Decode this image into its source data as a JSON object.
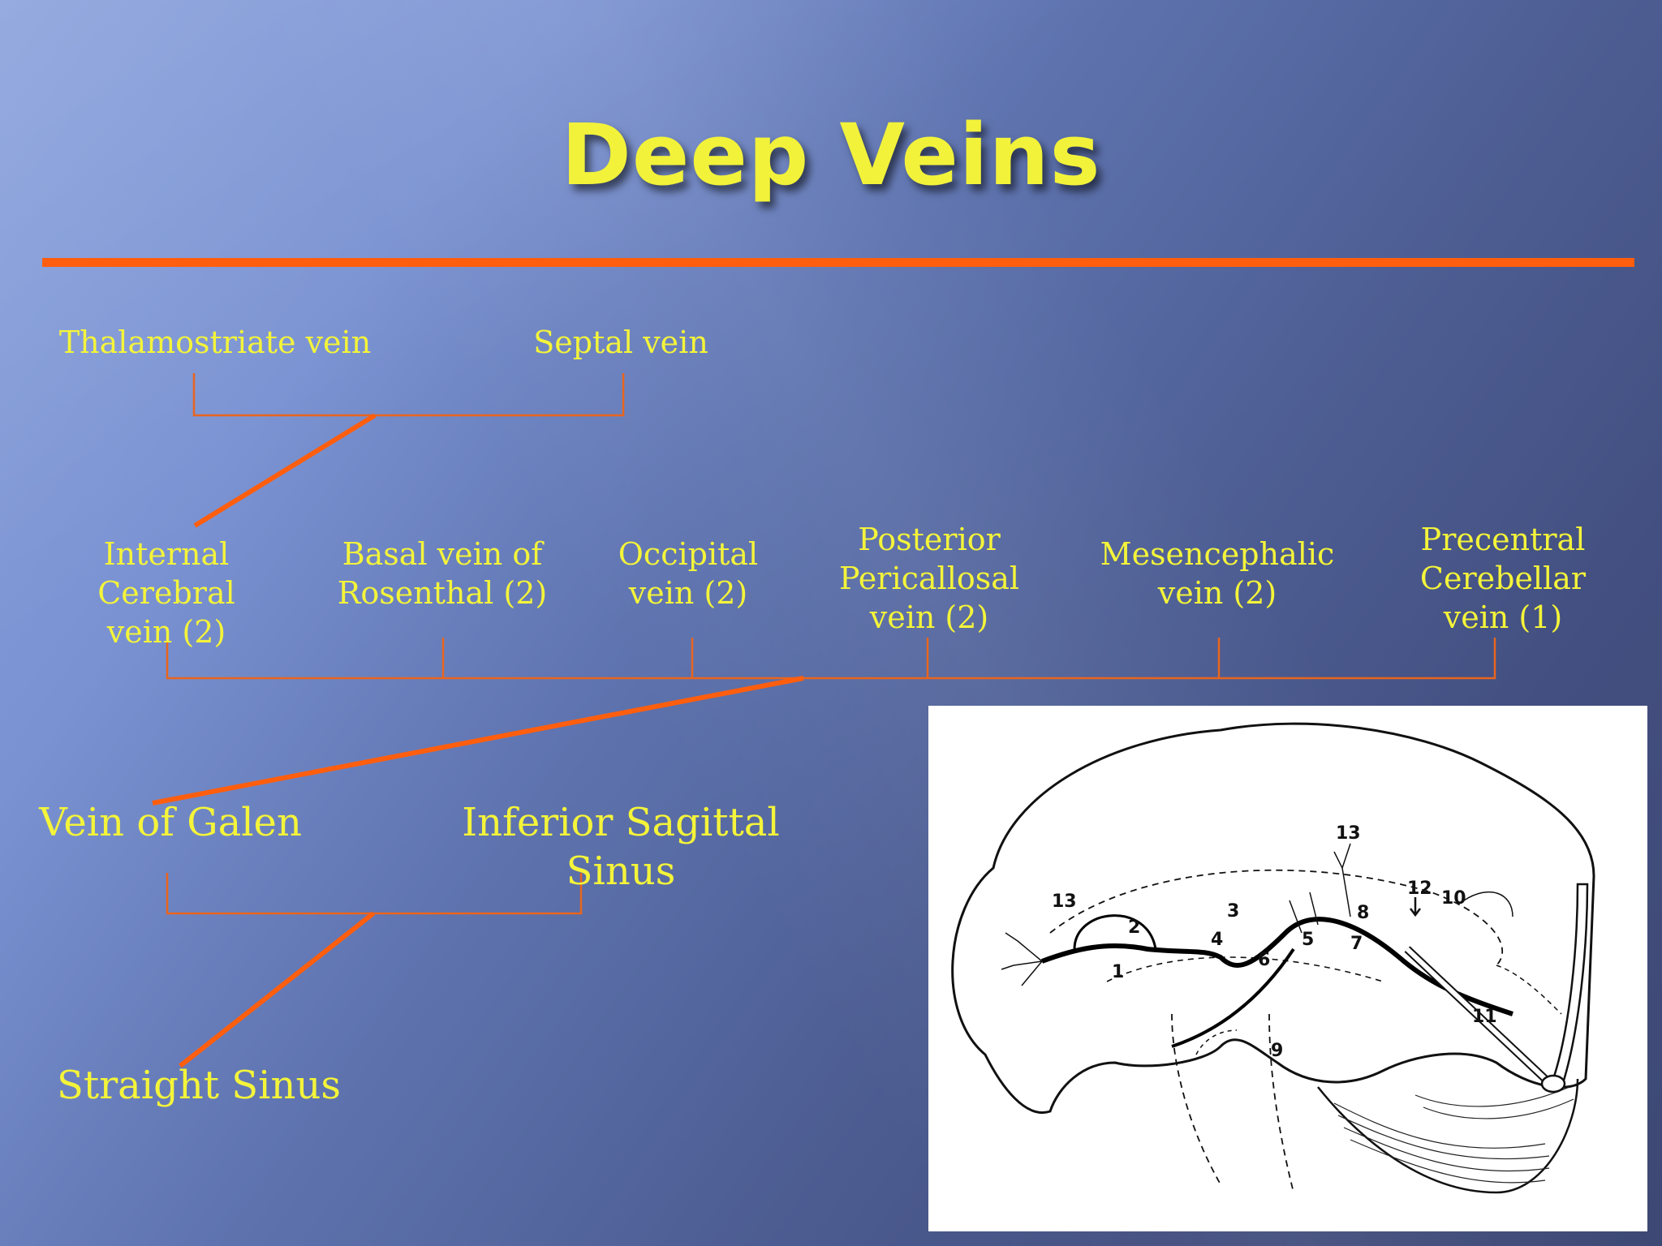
{
  "title": "Deep Veins",
  "tier1": {
    "thalamostriate": "Thalamostriate vein",
    "septal": "Septal vein"
  },
  "tier2": {
    "internal_cerebral": "Internal Cerebral\nvein (2)",
    "basal_rosenthal": "Basal vein of\nRosenthal (2)",
    "occipital": "Occipital\nvein (2)",
    "posterior_pericallosal": "Posterior\nPericallosal\nvein (2)",
    "mesencephalic": "Mesencephalic\nvein (2)",
    "precentral_cerebellar": "Precentral\nCerebellar\nvein (1)"
  },
  "tier3": {
    "vein_of_galen": "Vein of Galen",
    "inferior_sagittal_sinus": "Inferior Sagittal Sinus"
  },
  "tier4": {
    "straight_sinus": "Straight Sinus"
  },
  "illustration_numbers": [
    "1",
    "2",
    "3",
    "4",
    "5",
    "6",
    "7",
    "8",
    "9",
    "10",
    "11",
    "12",
    "13",
    "13"
  ],
  "colors": {
    "text": "#f4f43a",
    "accent": "#ff5e0e",
    "bracket": "#e8651e"
  }
}
